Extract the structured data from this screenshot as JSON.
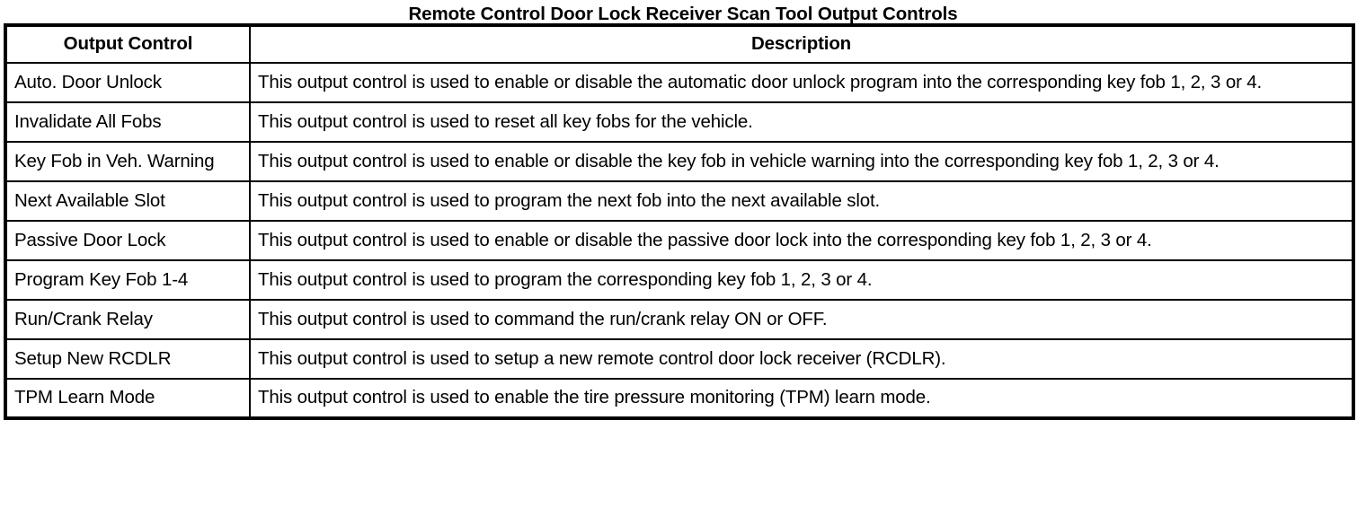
{
  "document": {
    "title": "Remote Control Door Lock Receiver Scan Tool Output Controls"
  },
  "table": {
    "columns": [
      {
        "key": "output_control",
        "label": "Output Control",
        "align": "center"
      },
      {
        "key": "description",
        "label": "Description",
        "align": "center"
      }
    ],
    "rows": [
      {
        "output_control": "Auto. Door Unlock",
        "description": "This output control is used to enable or disable the automatic door unlock program into the corresponding key fob 1, 2, 3 or 4."
      },
      {
        "output_control": "Invalidate All Fobs",
        "description": "This output control is used to reset all key fobs for the vehicle."
      },
      {
        "output_control": "Key Fob in Veh. Warning",
        "description": "This output control is used to enable or disable the key fob in vehicle warning into the corresponding key fob 1, 2, 3 or 4."
      },
      {
        "output_control": "Next Available Slot",
        "description": "This output control is used to program the next fob into the next available slot."
      },
      {
        "output_control": "Passive Door Lock",
        "description": "This output control is used to enable or disable the passive door lock into the corresponding key fob 1, 2, 3 or 4."
      },
      {
        "output_control": "Program Key Fob 1-4",
        "description": "This output control is used to program the corresponding key fob 1, 2, 3 or 4."
      },
      {
        "output_control": "Run/Crank Relay",
        "description": "This output control is used to command the run/crank relay ON or OFF."
      },
      {
        "output_control": "Setup New RCDLR",
        "description": "This output control is used to setup a new remote control door lock receiver (RCDLR)."
      },
      {
        "output_control": "TPM Learn Mode",
        "description": "This output control is used to enable the tire pressure monitoring (TPM) learn mode."
      }
    ]
  },
  "colors": {
    "text": "#000000",
    "background": "#ffffff",
    "border": "#000000"
  }
}
